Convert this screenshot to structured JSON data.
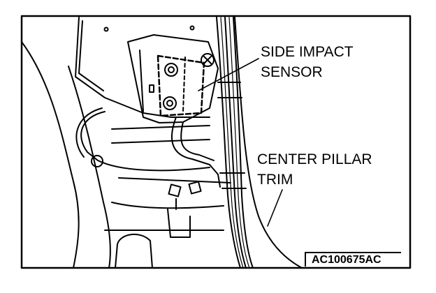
{
  "labels": {
    "sensor_line1": "SIDE IMPACT",
    "sensor_line2": "SENSOR",
    "trim_line1": "CENTER PILLAR",
    "trim_line2": "TRIM",
    "figure_code": "AC100675AC"
  },
  "icons": {
    "sensor": "side-impact-sensor-icon",
    "trim": "center-pillar-trim-icon"
  },
  "colors": {
    "line": "#000000",
    "background": "#ffffff"
  }
}
